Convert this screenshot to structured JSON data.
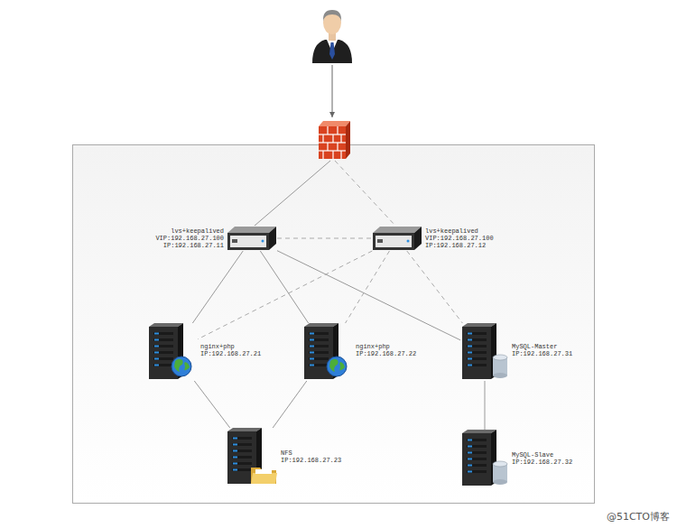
{
  "diagram": {
    "nodes": [
      {
        "text": [
          "lvs+keepalived",
          "VIP:192.168.27.100",
          "IP:192.168.27.11"
        ]
      },
      {
        "text": [
          "lvs+keepalived",
          "VIP:192.168.27.100",
          "IP:192.168.27.12"
        ]
      },
      {
        "text": [
          "nginx+php",
          "IP:192.168.27.21"
        ]
      },
      {
        "text": [
          "nginx+php",
          "IP:192.168.27.22"
        ]
      },
      {
        "text": [
          "MySQL-Master",
          "IP:192.168.27.31"
        ]
      },
      {
        "text": [
          "NFS",
          "IP:192.168.27.23"
        ]
      },
      {
        "text": [
          "MySQL-Slave",
          "IP:192.168.27.32"
        ]
      }
    ],
    "edges": [
      {
        "from": 0,
        "to": 1,
        "arrow": "none"
      },
      {
        "from": 0,
        "to": 2,
        "arrow": "none"
      },
      {
        "from": 0,
        "to": 3,
        "arrow": "none"
      },
      {
        "from": 0,
        "to": 4,
        "arrow": "none"
      },
      {
        "from": 1,
        "to": 2,
        "arrow": "none"
      },
      {
        "from": 1,
        "to": 3,
        "arrow": "none"
      },
      {
        "from": 1,
        "to": 4,
        "arrow": "none"
      },
      {
        "from": 2,
        "to": 5,
        "arrow": "none"
      },
      {
        "from": 3,
        "to": 5,
        "arrow": "none"
      },
      {
        "from": 4,
        "to": 6,
        "arrow": "none"
      }
    ],
    "labels": [
      "@51CTO博客"
    ]
  }
}
